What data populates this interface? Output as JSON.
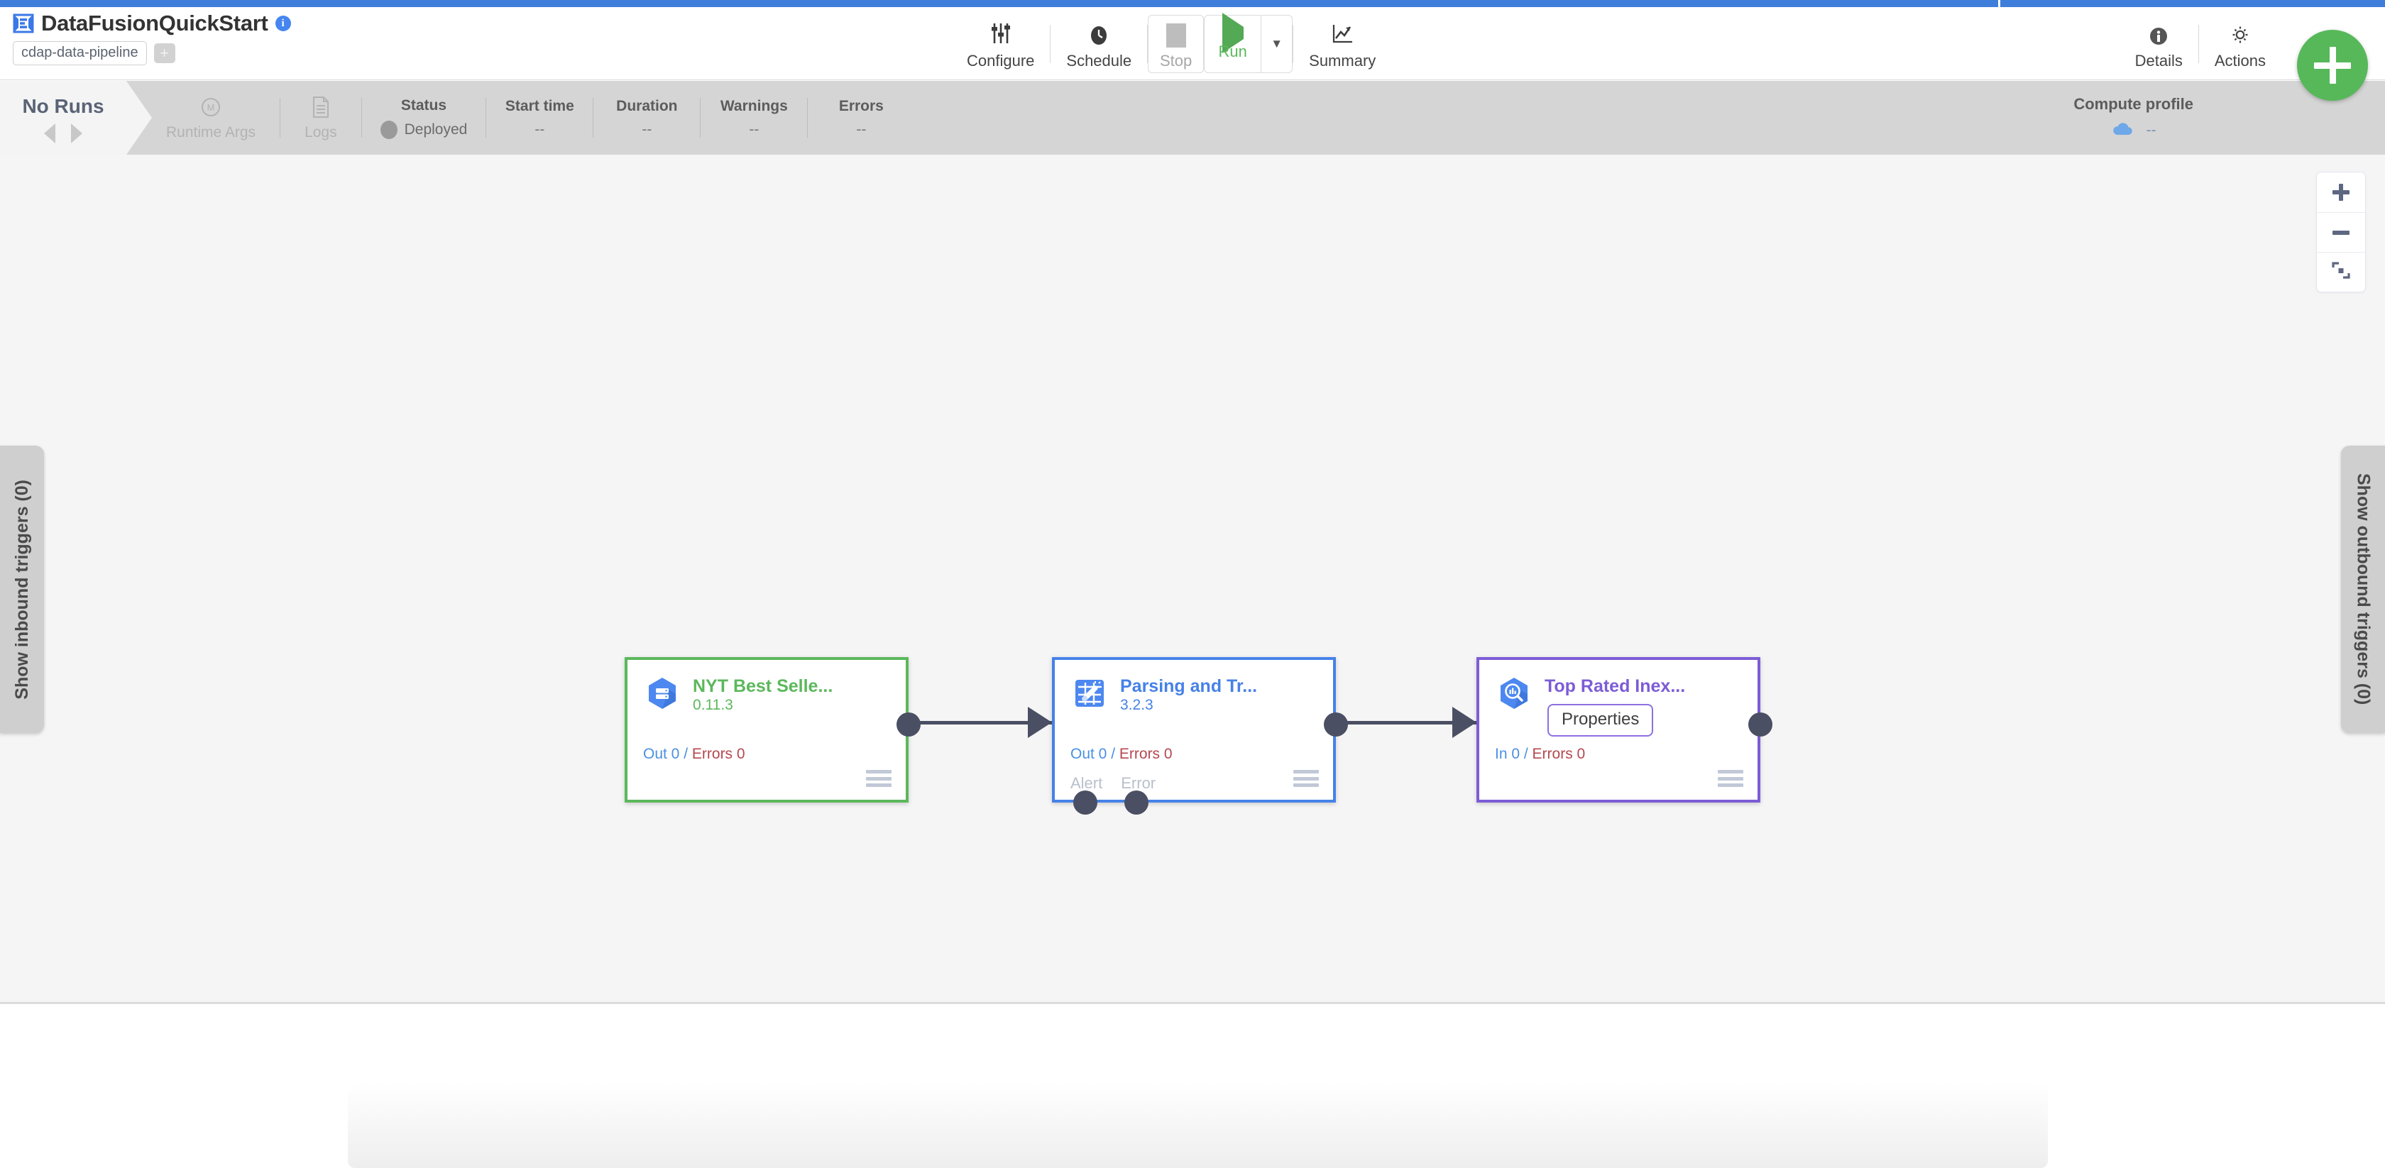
{
  "header": {
    "app_icon": "cdap-logo-icon",
    "pipeline_name": "DataFusionQuickStart",
    "info_icon": "info-icon",
    "artifact_chip": "cdap-data-pipeline",
    "add_tag_label": "+",
    "toolbar": [
      {
        "icon": "configure-sliders-icon",
        "label": "Configure"
      },
      {
        "icon": "schedule-clock-icon",
        "label": "Schedule"
      },
      {
        "icon": "stop-square-icon",
        "label": "Stop"
      },
      {
        "icon": "run-play-icon",
        "label": "Run"
      },
      {
        "icon": "chevron-down-icon",
        "label": "▼"
      },
      {
        "icon": "summary-chart-icon",
        "label": "Summary"
      }
    ],
    "toolbar_right": [
      {
        "icon": "info-circle-icon",
        "label": "Details"
      },
      {
        "icon": "gear-icon",
        "label": "Actions"
      }
    ],
    "fab": {
      "icon": "plus-icon",
      "label": "+"
    }
  },
  "statusbar": {
    "runs_label": "No Runs",
    "prev_icon": "chevron-left-icon",
    "next_icon": "chevron-right-icon",
    "runtime_args": {
      "icon": "macro-icon",
      "label": "Runtime Args"
    },
    "logs": {
      "icon": "logs-document-icon",
      "label": "Logs"
    },
    "metrics": [
      {
        "head": "Status",
        "value": "Deployed",
        "has_dot": true
      },
      {
        "head": "Start time",
        "value": "--"
      },
      {
        "head": "Duration",
        "value": "--"
      },
      {
        "head": "Warnings",
        "value": "--"
      },
      {
        "head": "Errors",
        "value": "--"
      }
    ],
    "compute_profile": {
      "head": "Compute profile",
      "icon": "cloud-icon",
      "value": "--"
    }
  },
  "canvas": {
    "zoom_controls": [
      {
        "name": "zoom-in",
        "label": "+"
      },
      {
        "name": "zoom-out",
        "label": "−"
      },
      {
        "name": "fit-to-screen",
        "label": ""
      }
    ],
    "left_tab": "Show inbound triggers (0)",
    "right_tab": "Show outbound triggers (0)",
    "nodes": [
      {
        "type": "source",
        "icon": "bigquery-source-icon",
        "name": "NYT Best Selle...",
        "version": "0.11.3",
        "metrics_prefix": "Out 0",
        "metrics_sep": " / ",
        "metrics_errors": "Errors 0",
        "menu_icon": "node-menu-icon",
        "border_color": "#5cb85c"
      },
      {
        "type": "transform",
        "icon": "wrangler-icon",
        "name": "Parsing and Tr...",
        "version": "3.2.3",
        "metrics_prefix": "Out 0",
        "metrics_sep": " / ",
        "metrics_errors": "Errors 0",
        "port_alert": "Alert",
        "port_error": "Error",
        "menu_icon": "node-menu-icon",
        "border_color": "#4681e8"
      },
      {
        "type": "sink",
        "icon": "bigquery-sink-icon",
        "name": "Top Rated Inex...",
        "properties_button": "Properties",
        "metrics_prefix": "In 0",
        "metrics_sep": " / ",
        "metrics_errors": "Errors 0",
        "menu_icon": "node-menu-icon",
        "border_color": "#7c5cd6"
      }
    ]
  },
  "colors": {
    "top_bar": "#3f7ddb",
    "source_green": "#5cb85c",
    "transform_blue": "#4681e8",
    "sink_purple": "#7c5cd6",
    "fab_green": "#57b85a",
    "canvas_bg": "#f5f5f5",
    "statusbar_bg": "#d5d5d5"
  }
}
